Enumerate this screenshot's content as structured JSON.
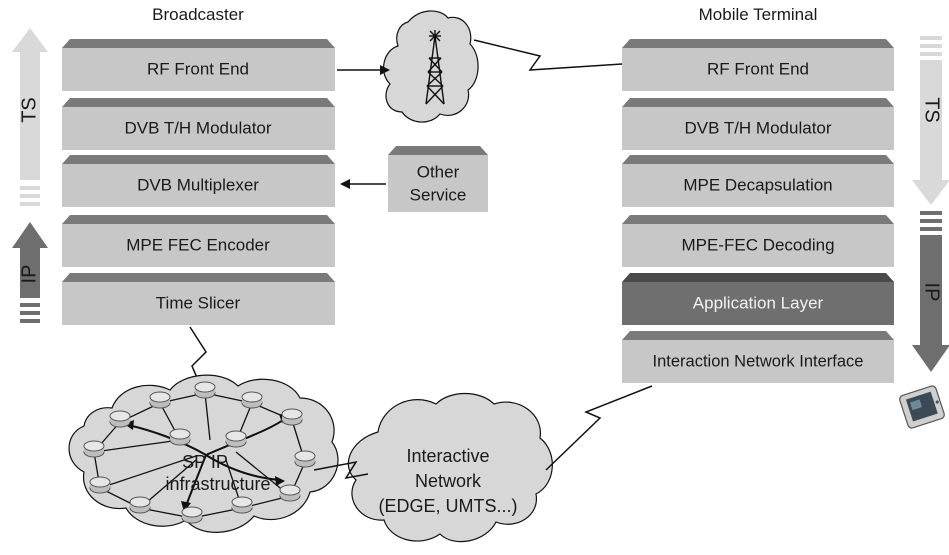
{
  "broadcaster": {
    "title": "Broadcaster",
    "blocks": [
      "RF Front End",
      "DVB T/H Modulator",
      "DVB Multiplexer",
      "MPE FEC Encoder",
      "Time Slicer"
    ]
  },
  "terminal": {
    "title": "Mobile Terminal",
    "blocks": [
      "RF Front End",
      "DVB T/H Modulator",
      "MPE Decapsulation",
      "MPE-FEC Decoding",
      "Application Layer",
      "Interaction Network Interface"
    ]
  },
  "other_service": {
    "line1": "Other",
    "line2": "Service"
  },
  "left_arrow": {
    "upper_label": "TS",
    "lower_label": "IP"
  },
  "right_arrow": {
    "upper_label": "TS",
    "lower_label": "IP"
  },
  "sp_cloud": {
    "line1": "SP IP",
    "line2": "infrastructure"
  },
  "interactive_cloud": {
    "line1": "Interactive",
    "line2": "Network",
    "line3": "(EDGE, UMTS...)"
  },
  "colors": {
    "block_face": "#c7c7c7",
    "block_top": "#7a7a7a",
    "block_dark_face": "#6f6f6f",
    "block_dark_top": "#4a4a4a",
    "cloud_fill": "#d7d7d7",
    "arrow_light": "#d9d9d9",
    "arrow_dark": "#6e6e6e",
    "line": "#111111"
  }
}
